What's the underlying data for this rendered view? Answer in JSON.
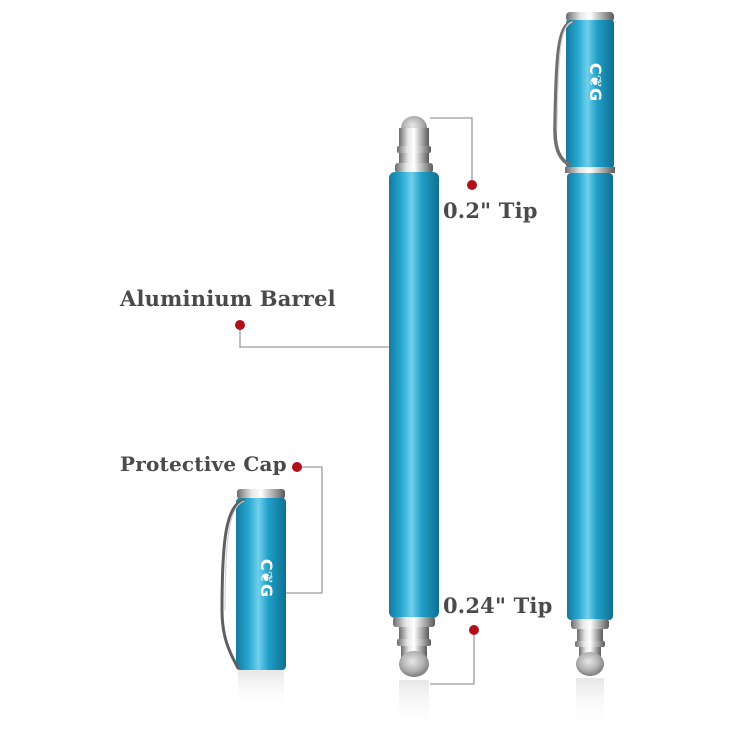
{
  "labels": {
    "barrel": "Aluminium Barrel",
    "cap": "Protective Cap",
    "tip_small": "0.2\" Tip",
    "tip_large": "0.24\" Tip"
  },
  "brand_mark": "C❦G",
  "colors": {
    "barrel": "#1f9fc7",
    "barrel_highlight": "#5cc6e6",
    "barrel_shadow": "#127aa0",
    "callout_dot": "#b0101a",
    "callout_line": "#9a9a9a",
    "label_text": "#4a4a4a"
  },
  "icons": [
    "stylus-pen-short",
    "stylus-pen-long",
    "stylus-cap",
    "callout-dot"
  ]
}
